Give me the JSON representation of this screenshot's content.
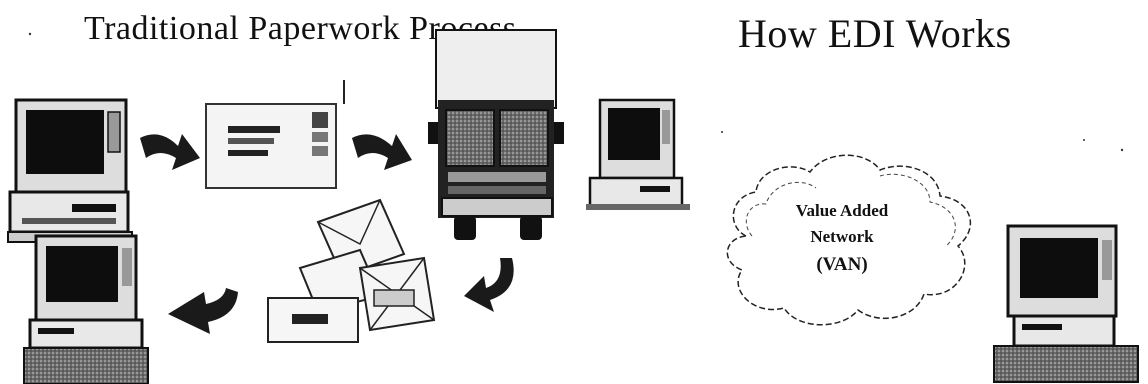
{
  "left_panel": {
    "title": "Traditional Paperwork Process"
  },
  "right_panel": {
    "title": "How EDI Works",
    "cloud": {
      "line1": "Value Added",
      "line2": "Network",
      "line3": "(VAN)"
    }
  },
  "colors": {
    "ink": "#111111",
    "arrow": "#1a1a1a",
    "paper": "#f4f4f4"
  },
  "icons": [
    "computer-icon",
    "arrow-icon",
    "letter-icon",
    "truck-icon",
    "envelope-icon",
    "cloud-icon"
  ]
}
